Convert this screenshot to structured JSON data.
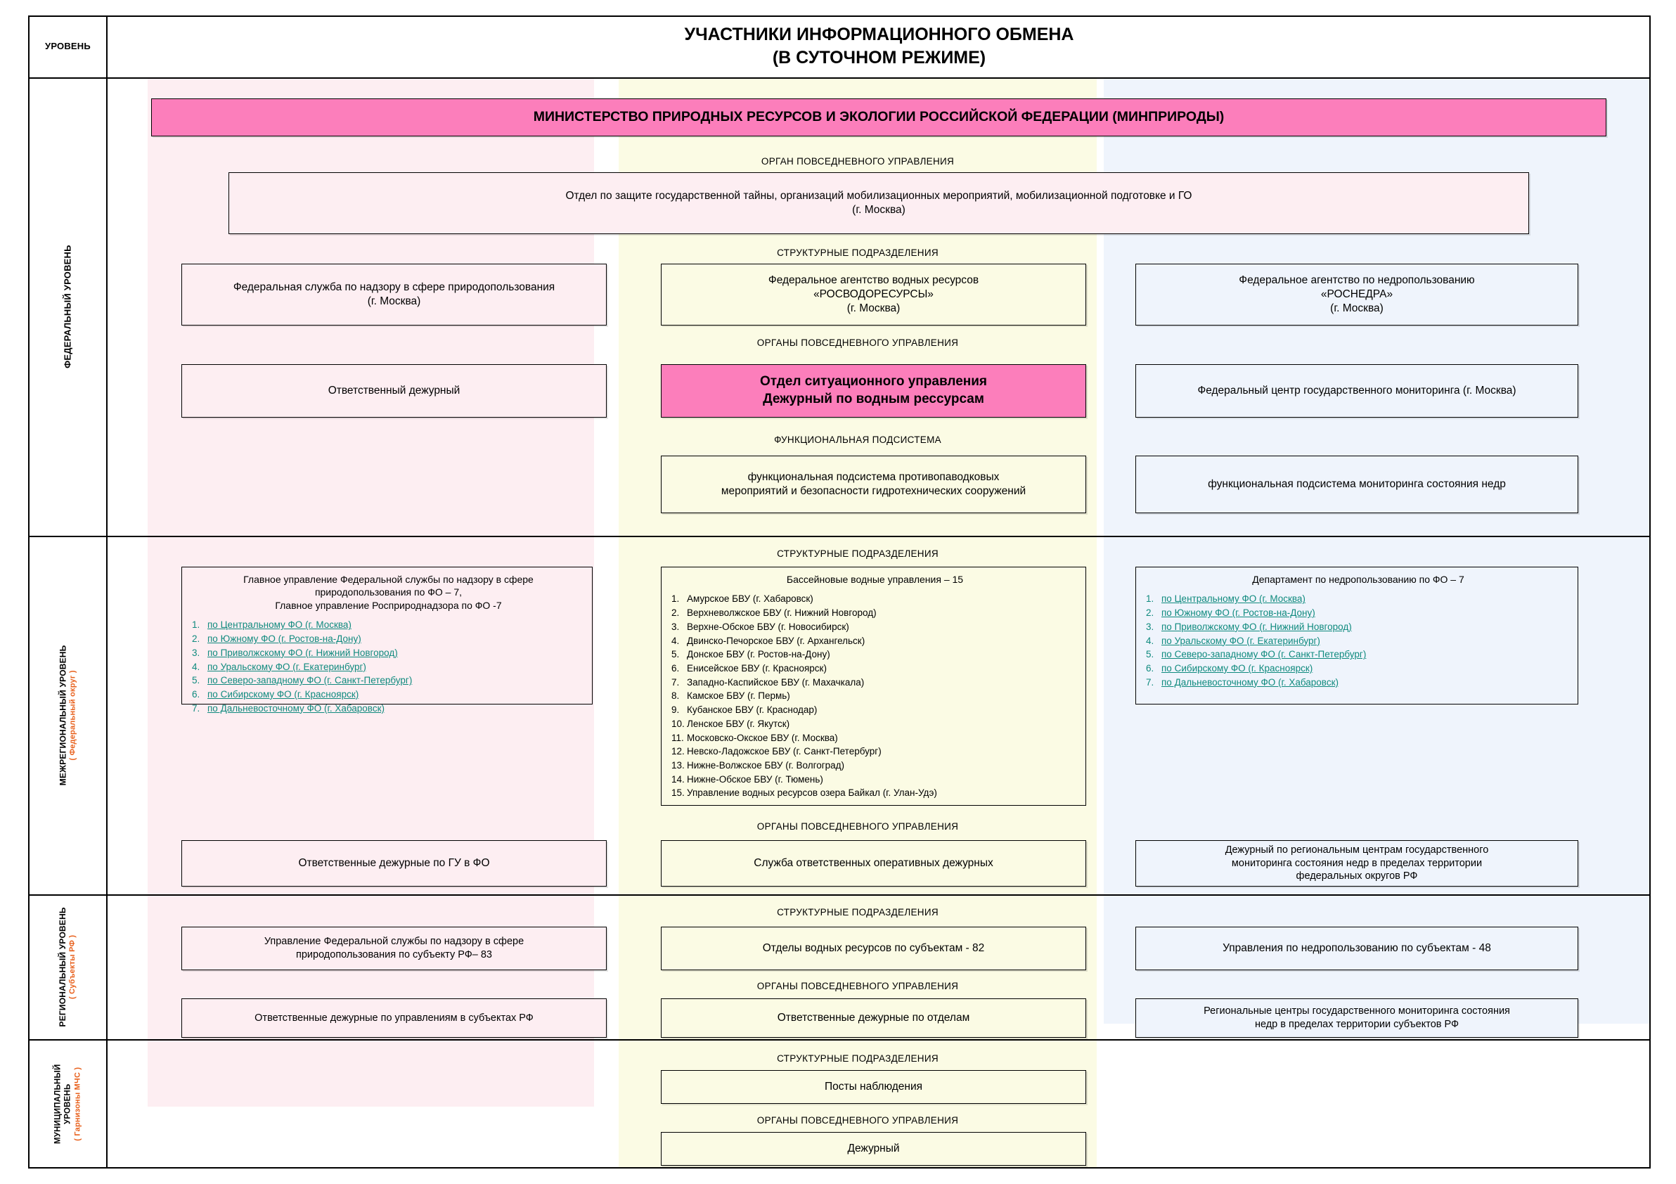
{
  "header": {
    "level_column_label": "УРОВЕНЬ",
    "title_line1": "УЧАСТНИКИ ИНФОРМАЦИОННОГО ОБМЕНА",
    "title_line2": "(В СУТОЧНОМ РЕЖИМЕ)"
  },
  "levels": [
    {
      "name": "ФЕДЕРАЛЬНЫЙ УРОВЕНЬ",
      "sub": ""
    },
    {
      "name": "МЕЖРЕГИОНАЛЬНЫЙ УРОВЕНЬ",
      "sub": "( Федеральный округ )"
    },
    {
      "name": "РЕГИОНАЛЬНЫЙ УРОВЕНЬ",
      "sub": "( Субъекты РФ )"
    },
    {
      "name": "МУНИЦИПАЛЬНЫЙ УРОВЕНЬ",
      "sub": "( Гарнизоны МЧС )"
    }
  ],
  "captions": {
    "organ_povsed": "ОРГАН ПОВСЕДНЕВНОГО УПРАВЛЕНИЯ",
    "organy_povsed": "ОРГАНЫ ПОВСЕДНЕВНОГО УПРАВЛЕНИЯ",
    "struct_podr": "СТРУКТУРНЫЕ ПОДРАЗДЕЛЕНИЯ",
    "func_podsistema": "ФУНКЦИОНАЛЬНАЯ ПОДСИСТЕМА"
  },
  "ministry_banner": "МИНИСТЕРСТВО ПРИРОДНЫХ РЕСУРСОВ И ЭКОЛОГИИ РОССИЙСКОЙ ФЕДЕРАЦИИ (МИНПРИРОДЫ)",
  "federal": {
    "daily_organ_box": "Отдел по защите государственной тайны, организаций мобилизационных мероприятий, мобилизационной подготовке и ГО\n(г. Москва)",
    "rosprirodnadzor": "Федеральная служба по надзору в сфере природопользования\n(г. Москва)",
    "rosvodresursy": "Федеральное агентство водных ресурсов\n«РОСВОДОРЕСУРСЫ»\n(г. Москва)",
    "rosnedra": "Федеральное агентство по недропользованию\n«РОСНЕДРА»\n(г. Москва)",
    "otvetstvenny_dezhurny": "Ответственный дежурный",
    "otdel_situ": "Отдел ситуационного управления\nДежурный по водным рессурсам",
    "fed_center_monitoring": "Федеральный центр государственного мониторинга (г. Москва)",
    "func_protivopavodkovyh": "функциональная подсистема противопаводковых\nмероприятий и безопасности гидротехнических сооружений",
    "func_monitoring_nedr": "функциональная подсистема мониторинга состояния недр"
  },
  "interregional": {
    "left_title": "Главное управление Федеральной службы по надзору в сфере\nприродопользования по ФО – 7,\nГлавное управление Росприроднадзора по ФО -7",
    "left_items": [
      "по Центральному ФО (г. Москва)",
      "по Южному ФО (г. Ростов-на-Дону)",
      "по Приволжскому ФО (г. Нижний Новгород)",
      "по Уральскому ФО (г. Екатеринбург)",
      "по Северо-западному ФО (г. Санкт-Петербург)",
      "по Сибирскому ФО (г. Красноярск)",
      "по Дальневосточному ФО (г. Хабаровск)"
    ],
    "center_title": "Бассейновые водные  управления – 15",
    "center_items": [
      "Амурское БВУ (г. Хабаровск)",
      "Верхневолжское БВУ (г. Нижний Новгород)",
      "Верхне-Обское БВУ (г. Новосибирск)",
      "Двинско-Печорское БВУ (г. Архангельск)",
      "Донское БВУ (г. Ростов-на-Дону)",
      "Енисейское БВУ (г. Красноярск)",
      "Западно-Каспийское БВУ (г. Махачкала)",
      "Камское БВУ (г. Пермь)",
      "Кубанское БВУ (г. Краснодар)",
      "Ленское БВУ (г. Якутск)",
      "Московско-Окское БВУ (г. Москва)",
      "Невско-Ладожское БВУ (г. Санкт-Петербург)",
      "Нижне-Волжское БВУ (г. Волгоград)",
      "Нижне-Обское БВУ (г. Тюмень)",
      "Управление водных ресурсов озера Байкал (г. Улан-Удэ)"
    ],
    "right_title": "Департамент по недропользованию по ФО – 7",
    "right_items": [
      "по Центральному ФО (г. Москва)",
      "по Южному ФО (г. Ростов-на-Дону)",
      "по Приволжскому ФО (г. Нижний Новгород)",
      "по Уральскому ФО (г. Екатеринбург)",
      "по Северо-западному ФО (г. Санкт-Петербург)",
      "по Сибирскому ФО (г. Красноярск)",
      "по Дальневосточному ФО (г. Хабаровск)"
    ],
    "duty_left": "Ответственные дежурные по ГУ в ФО",
    "duty_center": "Служба ответственных оперативных дежурных",
    "duty_right": "Дежурный по региональным центрам государственного\nмониторинга состояния недр в пределах территории\nфедеральных округов РФ"
  },
  "regional": {
    "left_struct": "Управление Федеральной службы по надзору в сфере\nприродопользования по субъекту  РФ– 83",
    "center_struct": "Отделы водных ресурсов по субъектам - 82",
    "right_struct": "Управления по недропользованию по субъектам - 48",
    "left_duty": "Ответственные дежурные по управлениям в субъектах РФ",
    "center_duty": "Ответственные дежурные по отделам",
    "right_duty": "Региональные центры государственного мониторинга состояния\nнедр в пределах территории субъектов РФ"
  },
  "municipal": {
    "struct": "Посты наблюдения",
    "duty": "Дежурный"
  },
  "colors": {
    "magenta": "#fc7ebb",
    "pink_band": "#fdeef2",
    "yellow_band": "#fbfbe4",
    "blue_band": "#eff4fc",
    "link_green": "#0f8a7e",
    "level_sub_red": "#e8601c"
  }
}
